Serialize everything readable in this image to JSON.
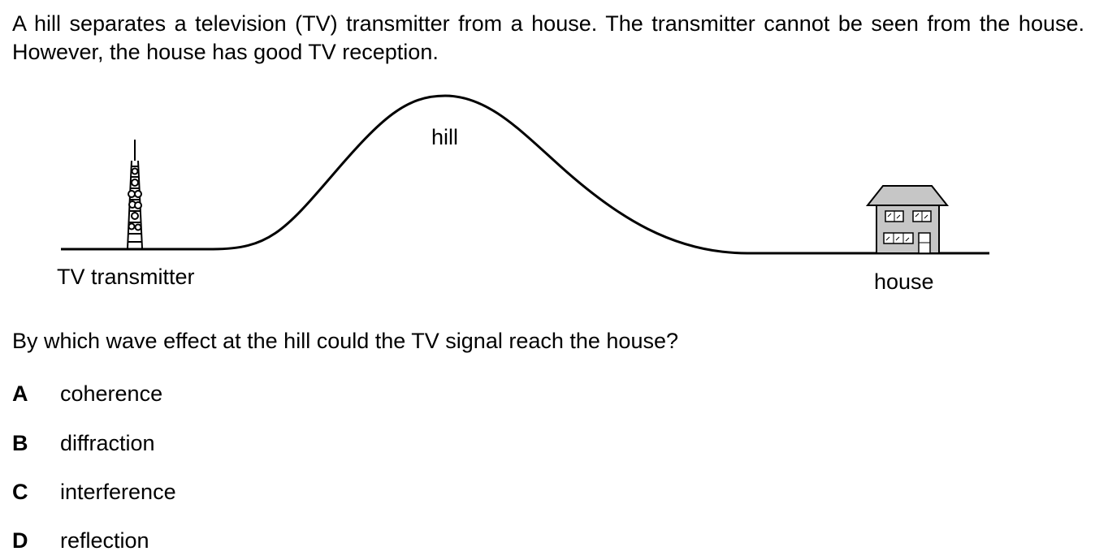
{
  "question": {
    "intro": "A hill separates a television (TV) transmitter from a house. The transmitter cannot be seen from the house. However, the house has good TV reception.",
    "prompt": "By which wave effect at the hill could the TV signal reach the house?"
  },
  "diagram": {
    "hill_label": "hill",
    "transmitter_label": "TV transmitter",
    "house_label": "house"
  },
  "options": [
    {
      "letter": "A",
      "text": "coherence"
    },
    {
      "letter": "B",
      "text": "diffraction"
    },
    {
      "letter": "C",
      "text": "interference"
    },
    {
      "letter": "D",
      "text": "reflection"
    }
  ]
}
